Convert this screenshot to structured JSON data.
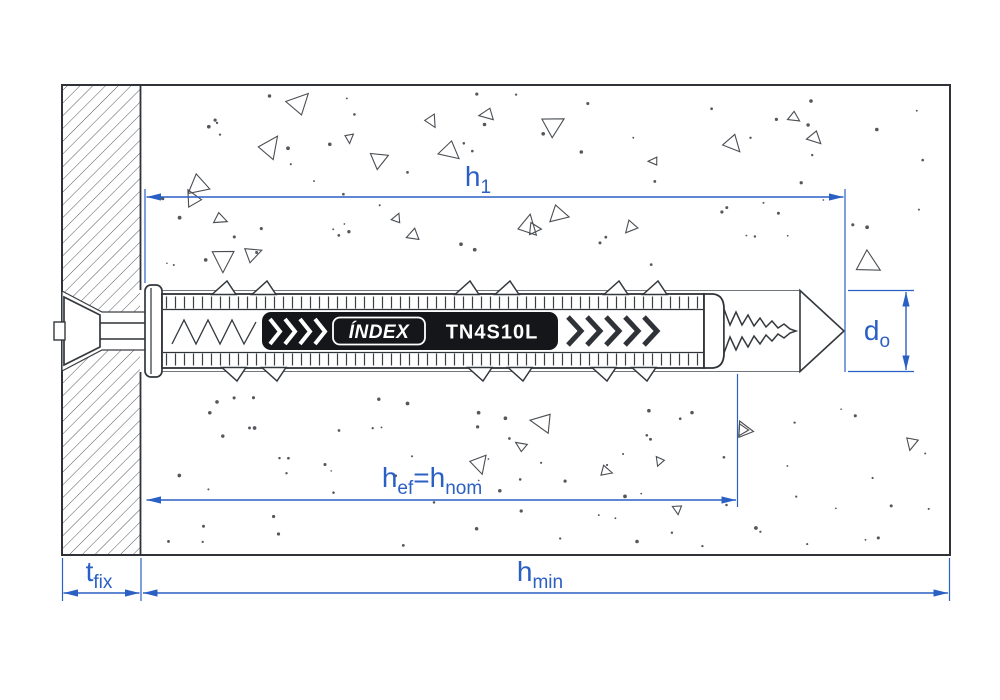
{
  "drawing": {
    "brand": "ÍNDEX",
    "model": "TN4S10L"
  },
  "dimensions": {
    "h1": {
      "base": "h",
      "sub": "1"
    },
    "d0": {
      "base": "d",
      "sub": "o"
    },
    "hef": {
      "base1": "h",
      "sub1": "ef",
      "base2": "=h",
      "sub2": "nom"
    },
    "tfix": {
      "base": "t",
      "sub": "fix"
    },
    "hmin": {
      "base": "h",
      "sub": "min"
    }
  },
  "colors": {
    "dimension_blue": "#2a5fc4",
    "line_dark": "#2f3337",
    "band_black": "#141619",
    "background": "#ffffff"
  }
}
